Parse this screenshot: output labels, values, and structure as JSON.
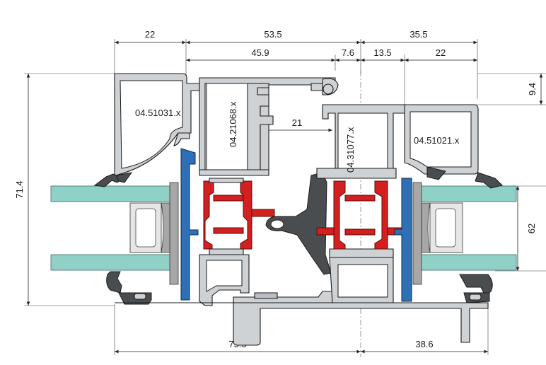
{
  "dimensions": {
    "top_row": [
      "22",
      "53.5",
      "35.5"
    ],
    "second_row": [
      "45.9",
      "7.6",
      "13.5",
      "22"
    ],
    "inner_gap": "21",
    "right_top": "9.4",
    "overall_height_left": "71.4",
    "glass_height_right": "62",
    "bottom_left": "75.5",
    "bottom_right": "38.6"
  },
  "profiles": {
    "left_outer": "04.51031.x",
    "left_sash": "04.21068.x",
    "right_sash": "04.31077.x",
    "right_outer": "04.51021.x"
  },
  "colors": {
    "aluminium": "#cfd2d5",
    "glass": "#8fd1c6",
    "thermal_break": "#d21f1f",
    "glazing_bead": "#2f6fb6",
    "gasket": "#4a4d50"
  }
}
